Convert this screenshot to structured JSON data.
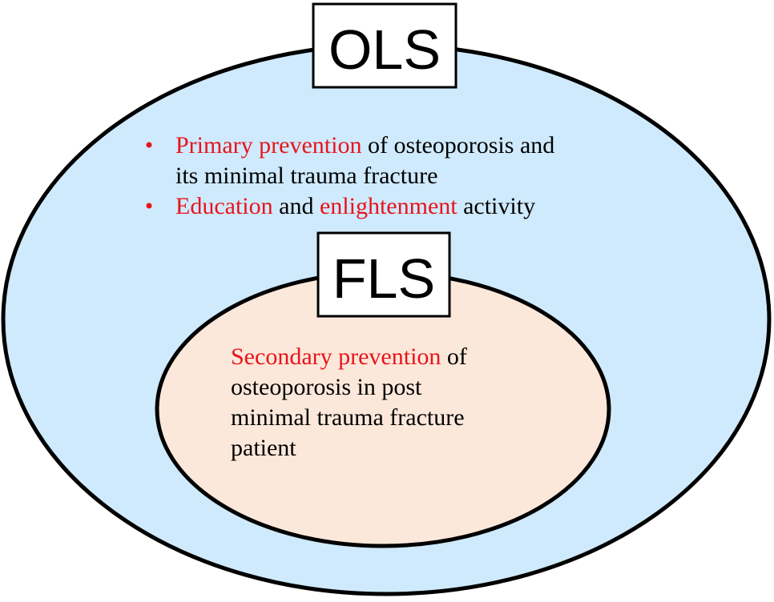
{
  "outer": {
    "title": "OLS",
    "fill": "#cfeafc",
    "bullets": [
      {
        "lines": [
          [
            {
              "text": "Primary prevention",
              "highlight": true
            },
            {
              "text": " of osteoporosis and",
              "highlight": false
            }
          ],
          [
            {
              "text": "its minimal trauma fracture",
              "highlight": false
            }
          ]
        ]
      },
      {
        "lines": [
          [
            {
              "text": "Education",
              "highlight": true
            },
            {
              "text": " and ",
              "highlight": false
            },
            {
              "text": "enlightenment",
              "highlight": true
            },
            {
              "text": " activity",
              "highlight": false
            }
          ]
        ]
      }
    ]
  },
  "inner": {
    "title": "FLS",
    "fill": "#fce8da",
    "lines": [
      [
        {
          "text": "Secondary prevention",
          "highlight": true
        },
        {
          "text": " of",
          "highlight": false
        }
      ],
      [
        {
          "text": "osteoporosis in post",
          "highlight": false
        }
      ],
      [
        {
          "text": "minimal trauma fracture",
          "highlight": false
        }
      ],
      [
        {
          "text": "patient",
          "highlight": false
        }
      ]
    ]
  },
  "colors": {
    "highlight": "#e8141b",
    "text": "#000000",
    "outline": "#000000"
  }
}
